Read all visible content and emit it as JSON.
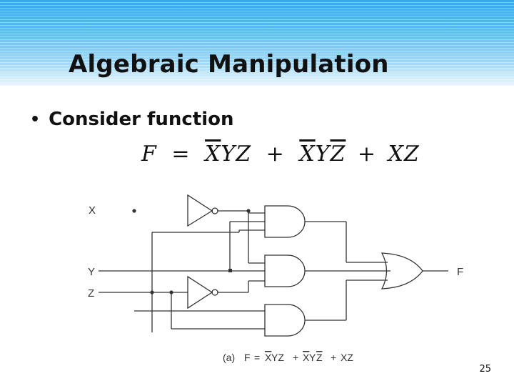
{
  "slide": {
    "title": "Algebraic Manipulation",
    "bullet": "Consider function",
    "formula": {
      "lhs": "F",
      "eq": "=",
      "term1_bar": "X",
      "term1_rest": "YZ",
      "plus1": "+",
      "term2_bar1": "X",
      "term2_mid": "Y",
      "term2_bar2": "Z",
      "plus2": "+",
      "term3": "XZ"
    },
    "page_number": "25"
  },
  "circuit": {
    "inputs": [
      "X",
      "Y",
      "Z"
    ],
    "output": "F",
    "caption": {
      "prefix": "(a)",
      "lhs": "F",
      "eq": "=",
      "t1_bar": "X",
      "t1_rest": "YZ",
      "plus1": "+",
      "t2_bar1": "X",
      "t2_mid": "Y",
      "t2_bar2": "Z",
      "plus2": "+",
      "t3": "XZ"
    },
    "gates": [
      "NOT",
      "NOT",
      "AND",
      "AND",
      "AND",
      "OR"
    ],
    "colors": {
      "lines": "#333333",
      "header_top": "#3aa7e6",
      "header_bottom": "#e9f6fd"
    }
  }
}
